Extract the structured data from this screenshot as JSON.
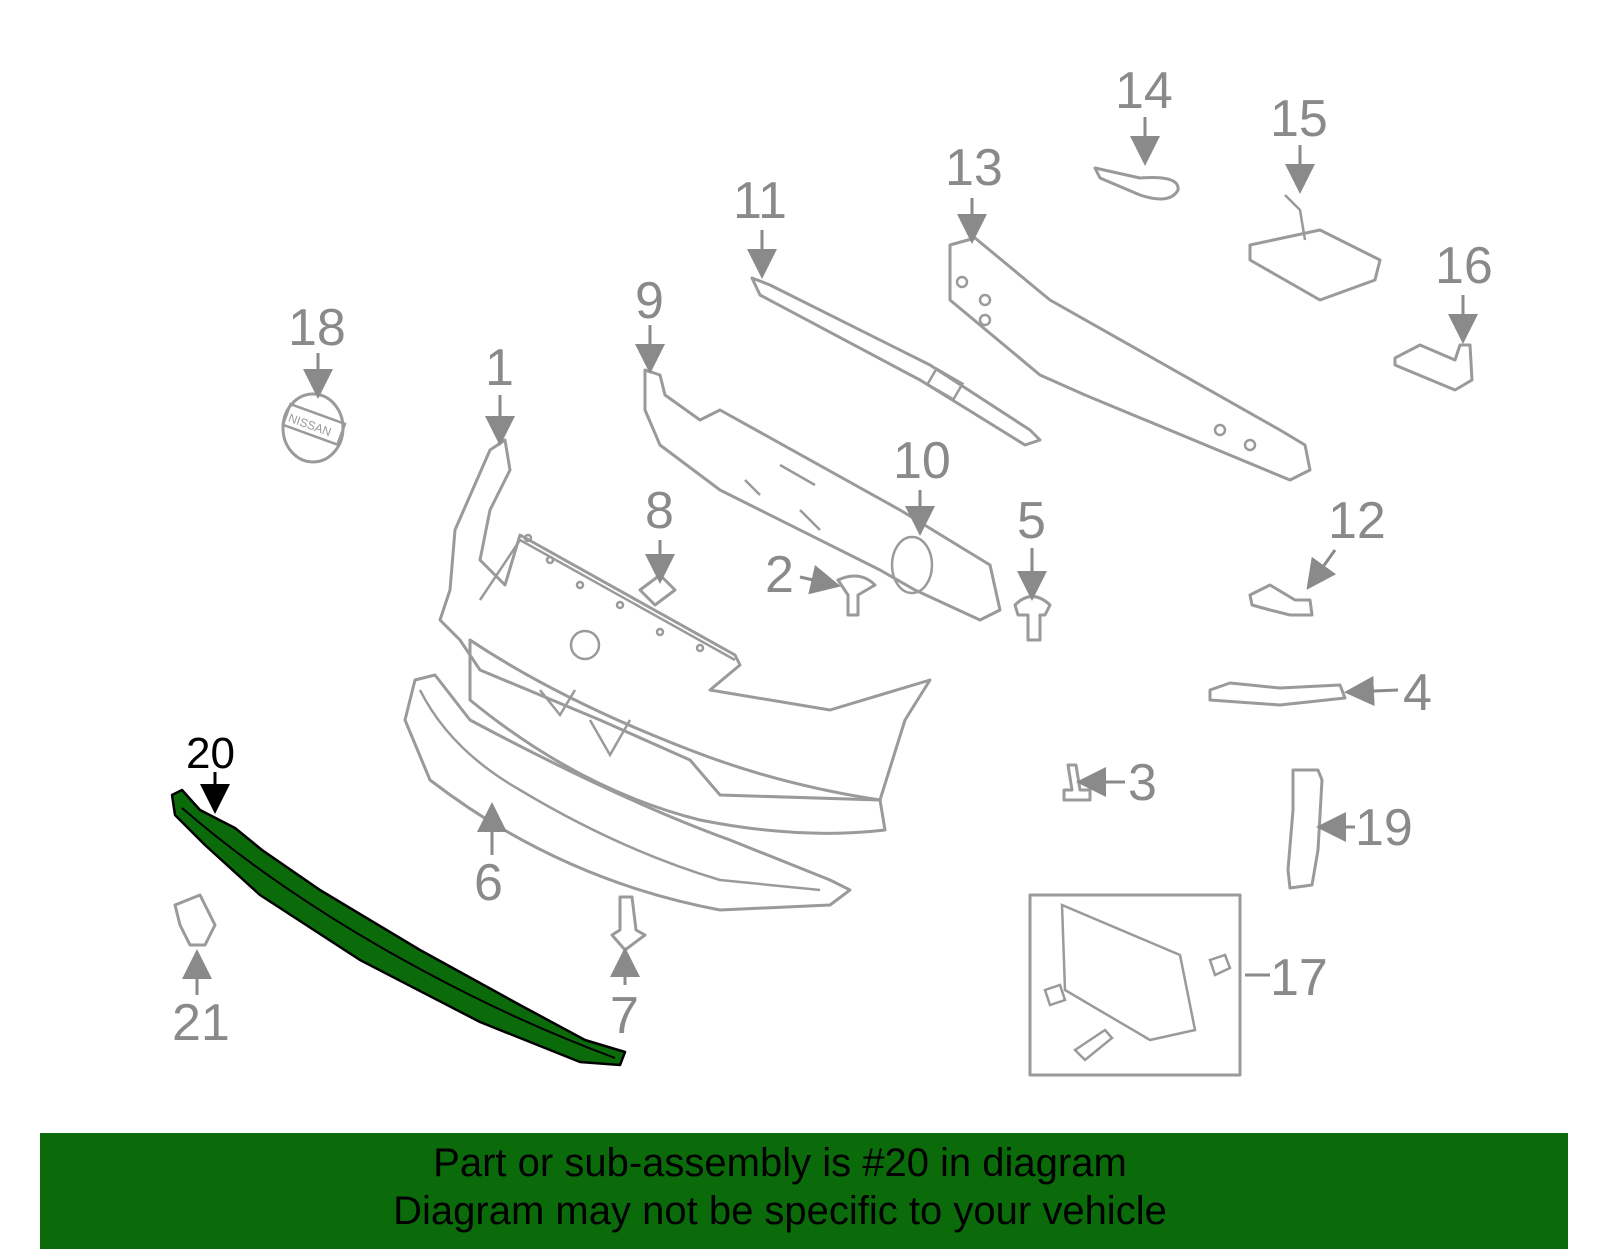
{
  "labels": {
    "p1": "1",
    "p2": "2",
    "p3": "3",
    "p4": "4",
    "p5": "5",
    "p6": "6",
    "p7": "7",
    "p8": "8",
    "p9": "9",
    "p10": "10",
    "p11": "11",
    "p12": "12",
    "p13": "13",
    "p14": "14",
    "p15": "15",
    "p16": "16",
    "p17": "17",
    "p18": "18",
    "p19": "19",
    "p20": "20",
    "p21": "21"
  },
  "badge_text": "NISSAN",
  "banner": {
    "line1": "Part or sub-assembly is #20 in diagram",
    "line2": "Diagram may not be specific to your vehicle"
  },
  "colors": {
    "highlight": "#0b6b0b",
    "part_stroke": "#9a9a9a",
    "label": "#8a8a8a"
  }
}
